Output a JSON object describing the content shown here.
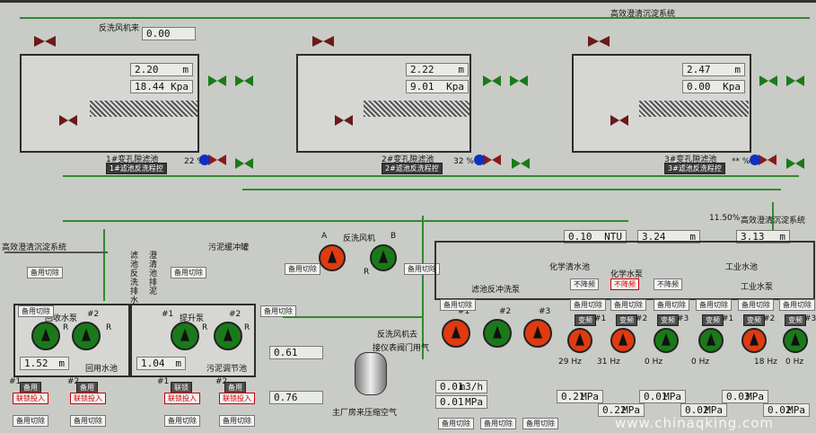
{
  "top_label": "高效澄清沉淀系统",
  "backwash_air_label": "反洗风机来",
  "backwash_air_value": "0.00",
  "filters": [
    {
      "level": "2.20",
      "level_unit": "m",
      "pressure": "18.44",
      "pressure_unit": "Kpa",
      "name": "1#变孔隙滤池",
      "btn": "1#滤池反洗程控",
      "valve_pct": "22",
      "valve_unit": "%"
    },
    {
      "level": "2.22",
      "level_unit": "m",
      "pressure": "9.01",
      "pressure_unit": "Kpa",
      "name": "2#变孔隙滤池",
      "btn": "2#滤池反洗程控",
      "valve_pct": "32",
      "valve_unit": "%"
    },
    {
      "level": "2.47",
      "level_unit": "m",
      "pressure": "0.00",
      "pressure_unit": "Kpa",
      "name": "3#变孔隙滤池",
      "btn": "3#滤池反洗程控",
      "valve_pct": "**",
      "valve_unit": "%"
    }
  ],
  "left": {
    "clarify_label": "高效澄清沉淀系统",
    "filter_drain": "滤池反洗排水",
    "clarify_drain": "澄清池排泥",
    "sludge_tank": "污泥缓冲罐",
    "recycle_pump": "回收水泵",
    "lift_pump": "提升泵",
    "waste_pool": "回用水池",
    "sludge_pool": "污泥调节池",
    "level1": "1.52",
    "level1_unit": "m",
    "level2": "1.04",
    "level2_unit": "m",
    "pumps": [
      "#1",
      "#2",
      "#1",
      "#2"
    ],
    "r": "R",
    "buttons": [
      "备用",
      "联锁投入",
      "备用",
      "联锁投入",
      "联锁",
      "联锁投入",
      "备用",
      "联锁投入"
    ],
    "status": "备用切除"
  },
  "blower": {
    "title": "反洗风机",
    "a": "A",
    "b": "B",
    "r": "R",
    "to": "反洗风机去",
    "instr_air": "接仪表阀门用气",
    "plant_air": "主厂房来压缩空气",
    "v1": "0.61",
    "v2": "0.76",
    "btn": "备用切除"
  },
  "right": {
    "ntu": "0.10",
    "ntu_unit": "NTU",
    "lvl": "3.24",
    "lvl_unit": "m",
    "pct": "11.50",
    "pct_unit": "%",
    "clarify": "高效澄清沉淀系统",
    "lvl2": "3.13",
    "lvl2_unit": "m",
    "chem_pool": "化学清水池",
    "chem_pump": "化学水泵",
    "ind_pool": "工业水池",
    "ind_pump": "工业水泵",
    "backwash_pump": "滤池反冲洗泵",
    "not_frozen": "不降频",
    "flow": "0.01",
    "flow_unit": "m3/h",
    "pressure1": "0.01",
    "pressure_unit": "MPa",
    "pressures": [
      "0.21",
      "0.22",
      "0.01",
      "0.02",
      "0.03",
      "0.02"
    ],
    "hz": [
      "29",
      "31",
      "0",
      "0",
      "18",
      "0"
    ],
    "hz_unit": "Hz",
    "pump_ids": [
      "#1",
      "#2",
      "#3",
      "#1",
      "#2",
      "#3",
      "#1",
      "#2",
      "#3"
    ],
    "var_freq": "变频",
    "standby_cut": "备用切除"
  },
  "watermark": "www.chinaqking.com"
}
